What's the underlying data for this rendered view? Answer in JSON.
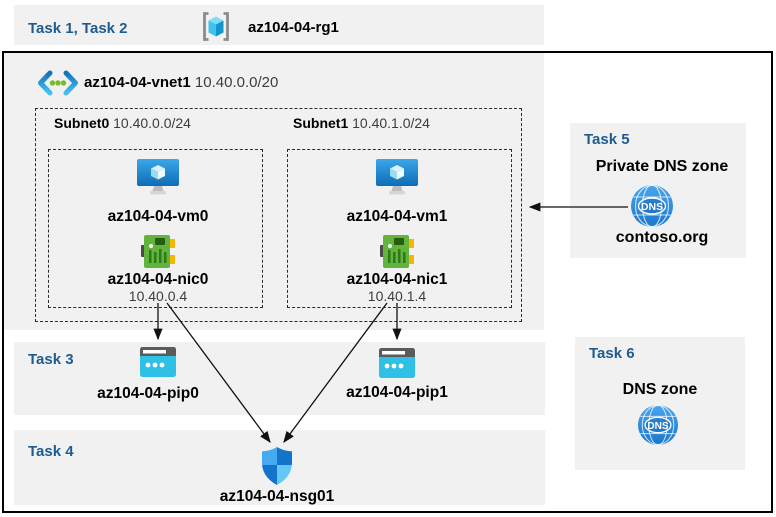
{
  "colors": {
    "task_label_blue": "#1e5c90",
    "band_gray": "#f1f1f1",
    "border_black": "#000000",
    "arrow_black": "#111111",
    "vm_blue": "#1b86ce",
    "nic_green": "#62b43c",
    "pip_cyan": "#2fc0e6",
    "dns_blue": "#2e8fe0",
    "nsg_blue_light": "#45aaf0",
    "nsg_blue_dark": "#1374cc"
  },
  "top": {
    "task_label": "Task 1, Task 2",
    "rg_name": "az104-04-rg1"
  },
  "vnet": {
    "name": "az104-04-vnet1",
    "cidr": "10.40.0.0/20"
  },
  "subnets": [
    {
      "name": "Subnet0",
      "cidr": "10.40.0.0/24",
      "vm_name": "az104-04-vm0",
      "nic_name": "az104-04-nic0",
      "nic_ip": "10.40.0.4"
    },
    {
      "name": "Subnet1",
      "cidr": "10.40.1.0/24",
      "vm_name": "az104-04-vm1",
      "nic_name": "az104-04-nic1",
      "nic_ip": "10.40.1.4"
    }
  ],
  "task3": {
    "label": "Task 3",
    "pips": [
      "az104-04-pip0",
      "az104-04-pip1"
    ]
  },
  "task4": {
    "label": "Task 4",
    "nsg_name": "az104-04-nsg01"
  },
  "task5": {
    "label": "Task 5",
    "title": "Private DNS zone",
    "zone_name": "contoso.org"
  },
  "task6": {
    "label": "Task 6",
    "title": "DNS zone"
  },
  "icons": {
    "dns_text": "DNS"
  }
}
